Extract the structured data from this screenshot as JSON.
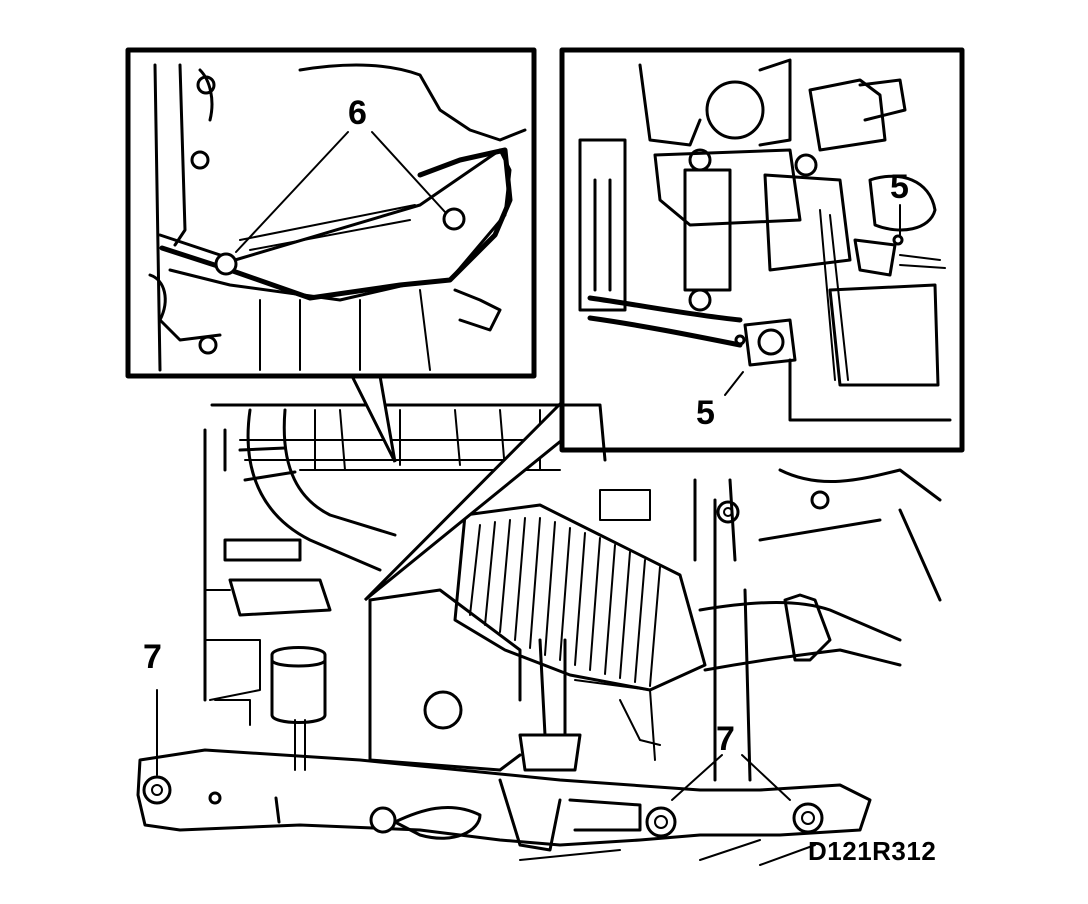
{
  "figure_id": "D121R312",
  "callouts": {
    "six": "6",
    "five_top": "5",
    "five_bottom": "5",
    "seven_left": "7",
    "seven_right": "7"
  }
}
